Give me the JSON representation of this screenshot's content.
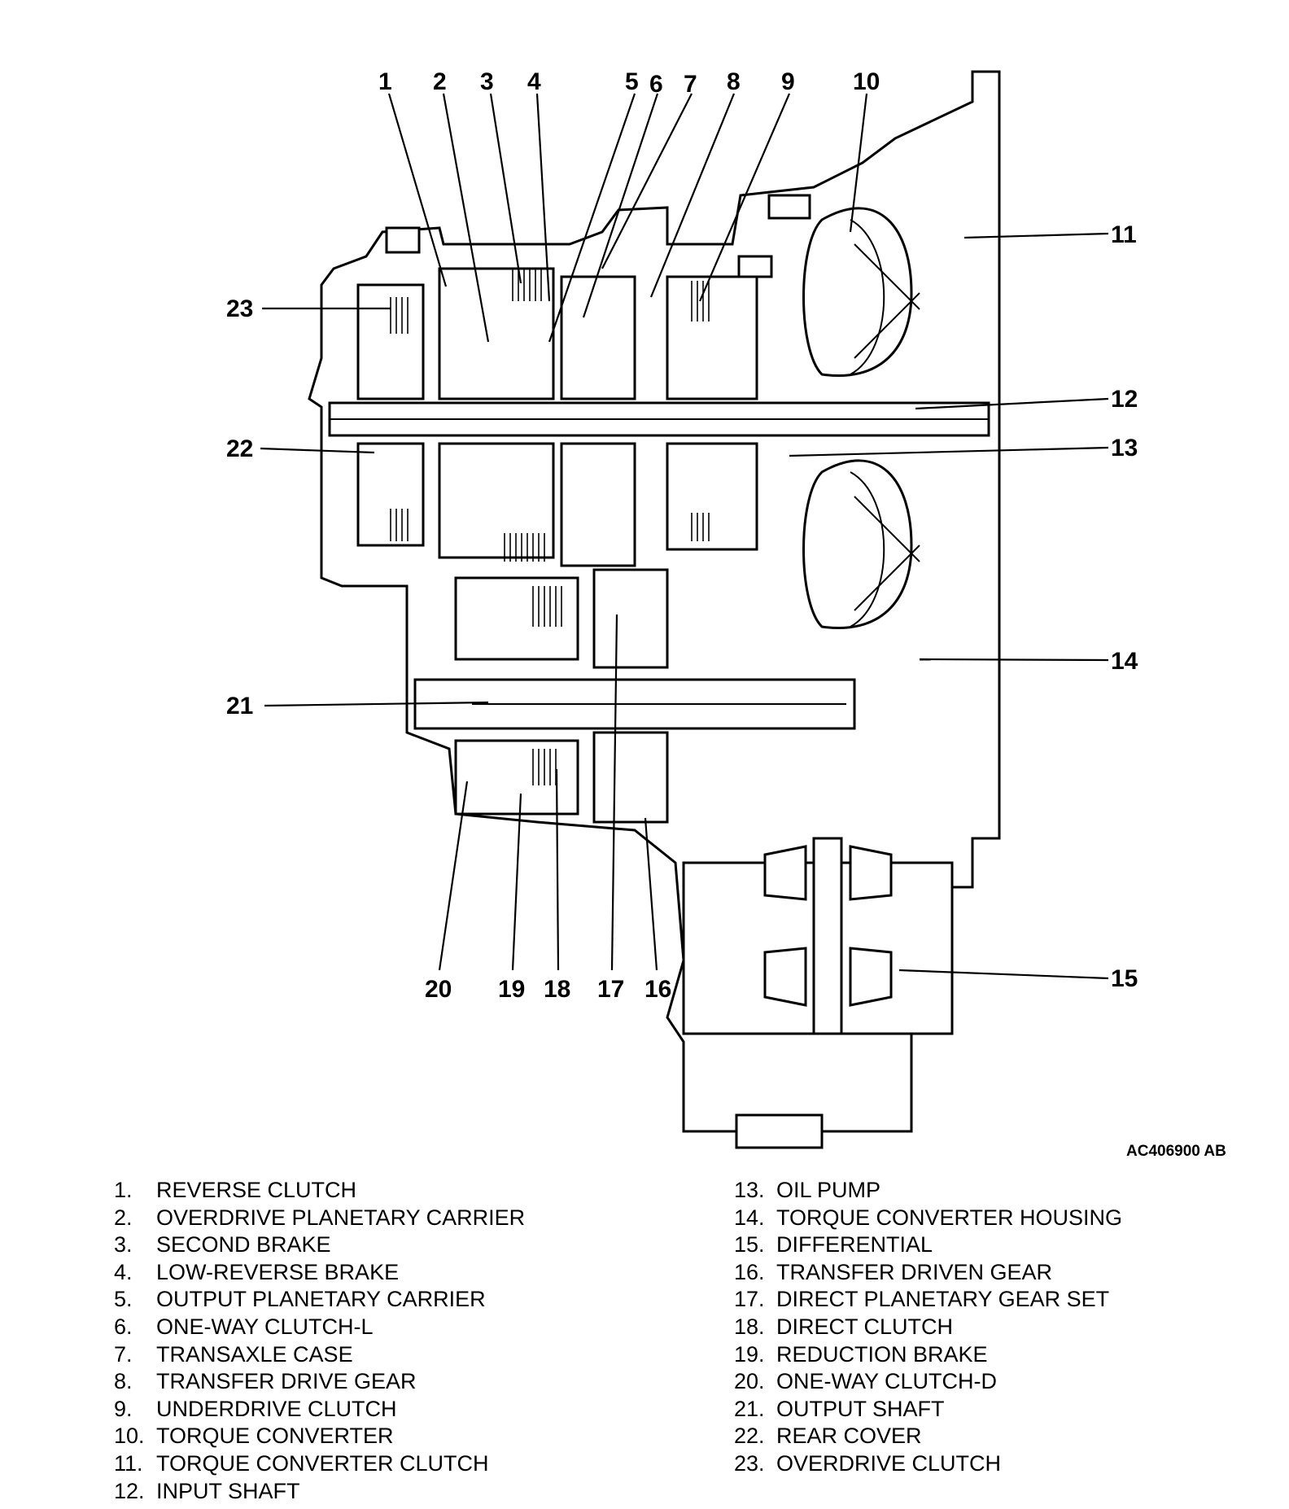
{
  "callouts": [
    {
      "n": "1"
    },
    {
      "n": "2"
    },
    {
      "n": "3"
    },
    {
      "n": "4"
    },
    {
      "n": "5"
    },
    {
      "n": "6"
    },
    {
      "n": "7"
    },
    {
      "n": "8"
    },
    {
      "n": "9"
    },
    {
      "n": "10"
    },
    {
      "n": "11"
    },
    {
      "n": "12"
    },
    {
      "n": "13"
    },
    {
      "n": "14"
    },
    {
      "n": "15"
    },
    {
      "n": "16"
    },
    {
      "n": "17"
    },
    {
      "n": "18"
    },
    {
      "n": "19"
    },
    {
      "n": "20"
    },
    {
      "n": "21"
    },
    {
      "n": "22"
    },
    {
      "n": "23"
    }
  ],
  "figure_code": "AC406900 AB",
  "legend_left": [
    {
      "num": "1.",
      "label": "REVERSE CLUTCH"
    },
    {
      "num": "2.",
      "label": "OVERDRIVE PLANETARY CARRIER"
    },
    {
      "num": "3.",
      "label": "SECOND BRAKE"
    },
    {
      "num": "4.",
      "label": "LOW-REVERSE BRAKE"
    },
    {
      "num": "5.",
      "label": "OUTPUT PLANETARY CARRIER"
    },
    {
      "num": "6.",
      "label": "ONE-WAY CLUTCH-L"
    },
    {
      "num": "7.",
      "label": "TRANSAXLE CASE"
    },
    {
      "num": "8.",
      "label": "TRANSFER DRIVE GEAR"
    },
    {
      "num": "9.",
      "label": "UNDERDRIVE CLUTCH"
    },
    {
      "num": "10.",
      "label": "TORQUE CONVERTER"
    },
    {
      "num": "11.",
      "label": "TORQUE CONVERTER CLUTCH"
    },
    {
      "num": "12.",
      "label": "INPUT SHAFT"
    }
  ],
  "legend_right": [
    {
      "num": "13.",
      "label": "OIL PUMP"
    },
    {
      "num": "14.",
      "label": "TORQUE CONVERTER HOUSING"
    },
    {
      "num": "15.",
      "label": "DIFFERENTIAL"
    },
    {
      "num": "16.",
      "label": "TRANSFER DRIVEN GEAR"
    },
    {
      "num": "17.",
      "label": "DIRECT PLANETARY GEAR SET"
    },
    {
      "num": "18.",
      "label": "DIRECT CLUTCH"
    },
    {
      "num": "19.",
      "label": "REDUCTION BRAKE"
    },
    {
      "num": "20.",
      "label": "ONE-WAY CLUTCH-D"
    },
    {
      "num": "21.",
      "label": "OUTPUT SHAFT"
    },
    {
      "num": "22.",
      "label": "REAR COVER"
    },
    {
      "num": "23.",
      "label": "OVERDRIVE CLUTCH"
    }
  ]
}
